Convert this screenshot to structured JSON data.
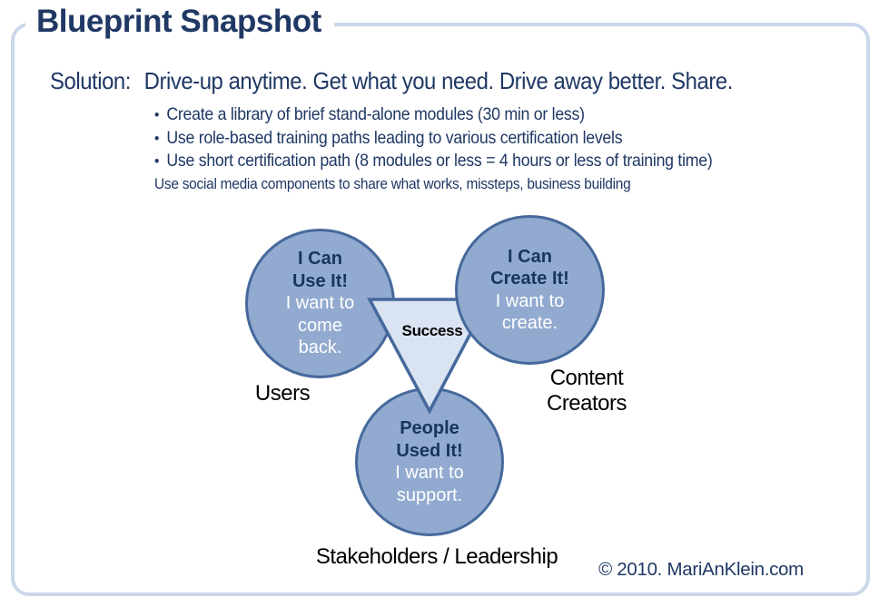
{
  "page": {
    "title": "Blueprint Snapshot",
    "copyright": "© 2010. MariAnKlein.com"
  },
  "solution": {
    "label": "Solution:",
    "headline": "Drive-up anytime. Get what you need. Drive away better. Share.",
    "bullet_glyph": "•",
    "bullets": [
      "Create a library of brief stand-alone modules (30 min or less)",
      "Use role-based training paths leading to various certification levels",
      "Use short certification path (8 modules or less = 4 hours or less of training time)",
      "Use social media components to share what works, missteps, business building"
    ]
  },
  "diagram": {
    "center_label": "Success",
    "circles": [
      {
        "title": "I Can\nUse It!",
        "subtitle": "I want to\ncome\nback.",
        "label": "Users"
      },
      {
        "title": "I Can\nCreate It!",
        "subtitle": "I want to\ncreate.",
        "label": "Content\nCreators"
      },
      {
        "title": "People\nUsed It!",
        "subtitle": "I want to\nsupport.",
        "label": "Stakeholders / Leadership"
      }
    ]
  },
  "colors": {
    "text_navy": "#1F3864",
    "circle_fill": "#92AACF",
    "circle_border": "#46699C",
    "circle_title_text": "#17365D",
    "circle_subtitle_text": "#FFFFFF",
    "triangle_fill": "#DAE3F1",
    "frame_border": "#CBD7EA",
    "label_text": "#000000"
  }
}
